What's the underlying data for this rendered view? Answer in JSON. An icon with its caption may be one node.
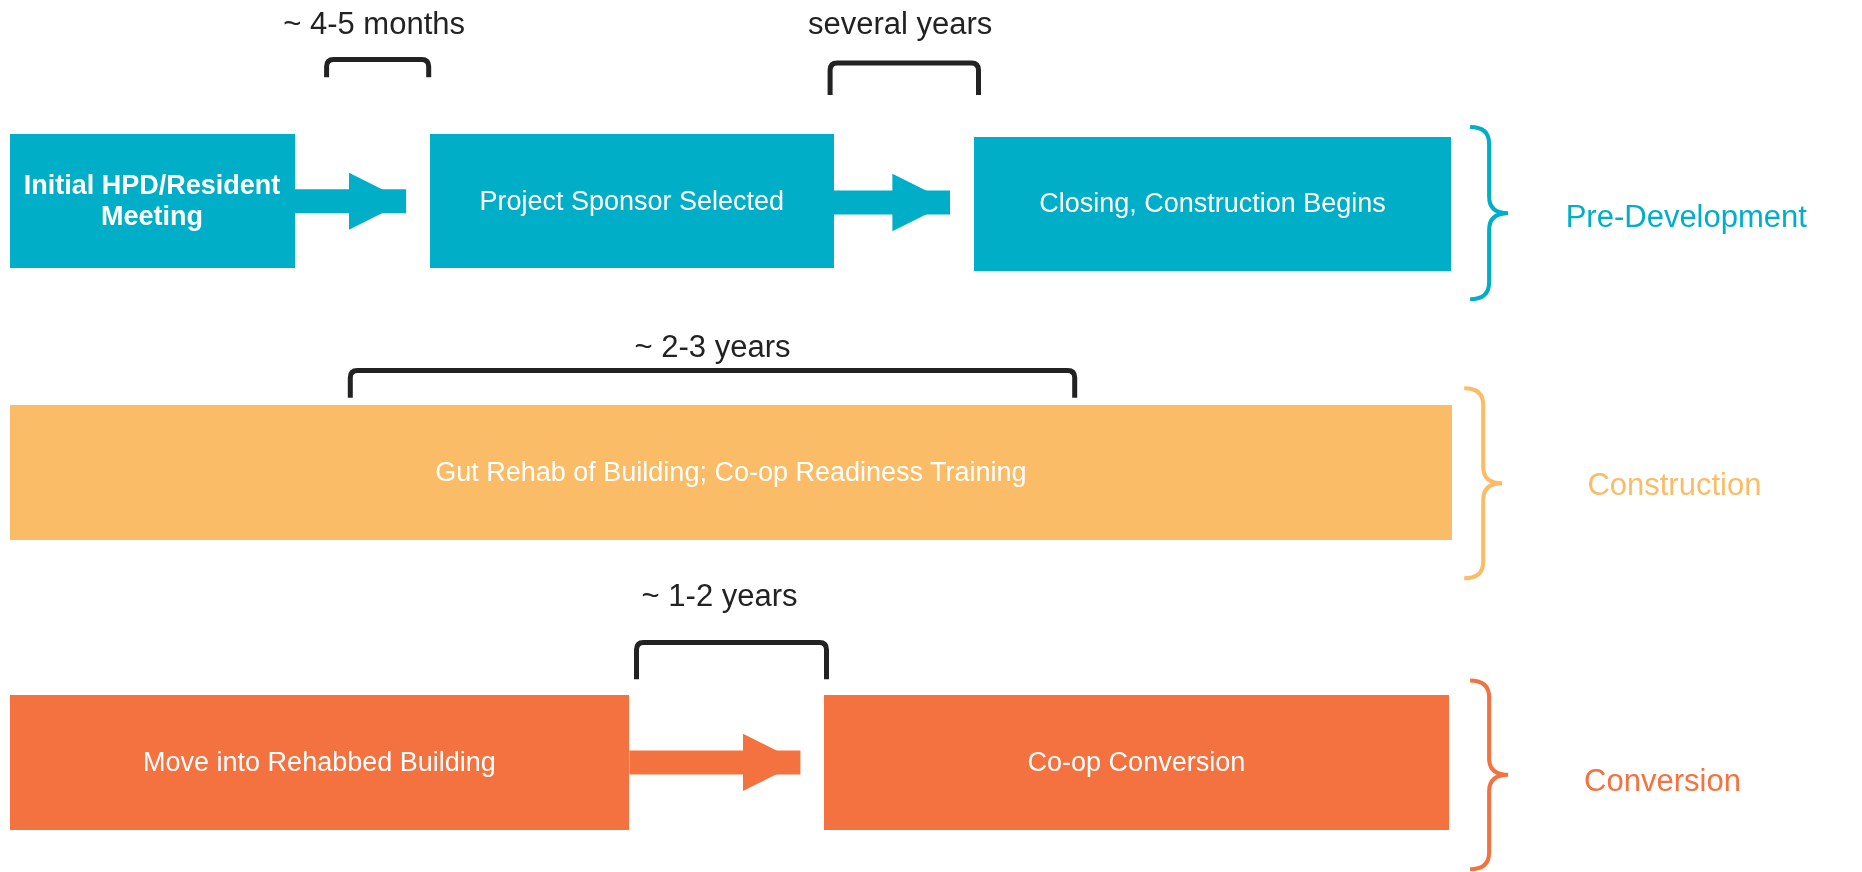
{
  "diagram": {
    "nodes": [
      {
        "text": [
          "Initial HPD/Resident Meeting"
        ]
      },
      {
        "text": [
          "Project Sponsor Selected"
        ]
      },
      {
        "text": [
          "Closing, Construction Begins"
        ]
      },
      {
        "text": [
          "Gut Rehab of Building; Co-op Readiness Training"
        ]
      },
      {
        "text": [
          "Move into Rehabbed Building"
        ]
      },
      {
        "text": [
          "Co-op Conversion"
        ]
      }
    ],
    "edges": [
      {
        "from": 0,
        "to": 1,
        "arrow": "to"
      },
      {
        "from": 1,
        "to": 2,
        "arrow": "to"
      },
      {
        "from": 4,
        "to": 5,
        "arrow": "to",
        "color": "#f37240"
      }
    ],
    "labels": [
      "~ 4-5 months",
      "several years",
      "Pre-Development",
      "~ 2-3 years",
      "Construction",
      "~ 1-2 years",
      "Conversion"
    ]
  }
}
